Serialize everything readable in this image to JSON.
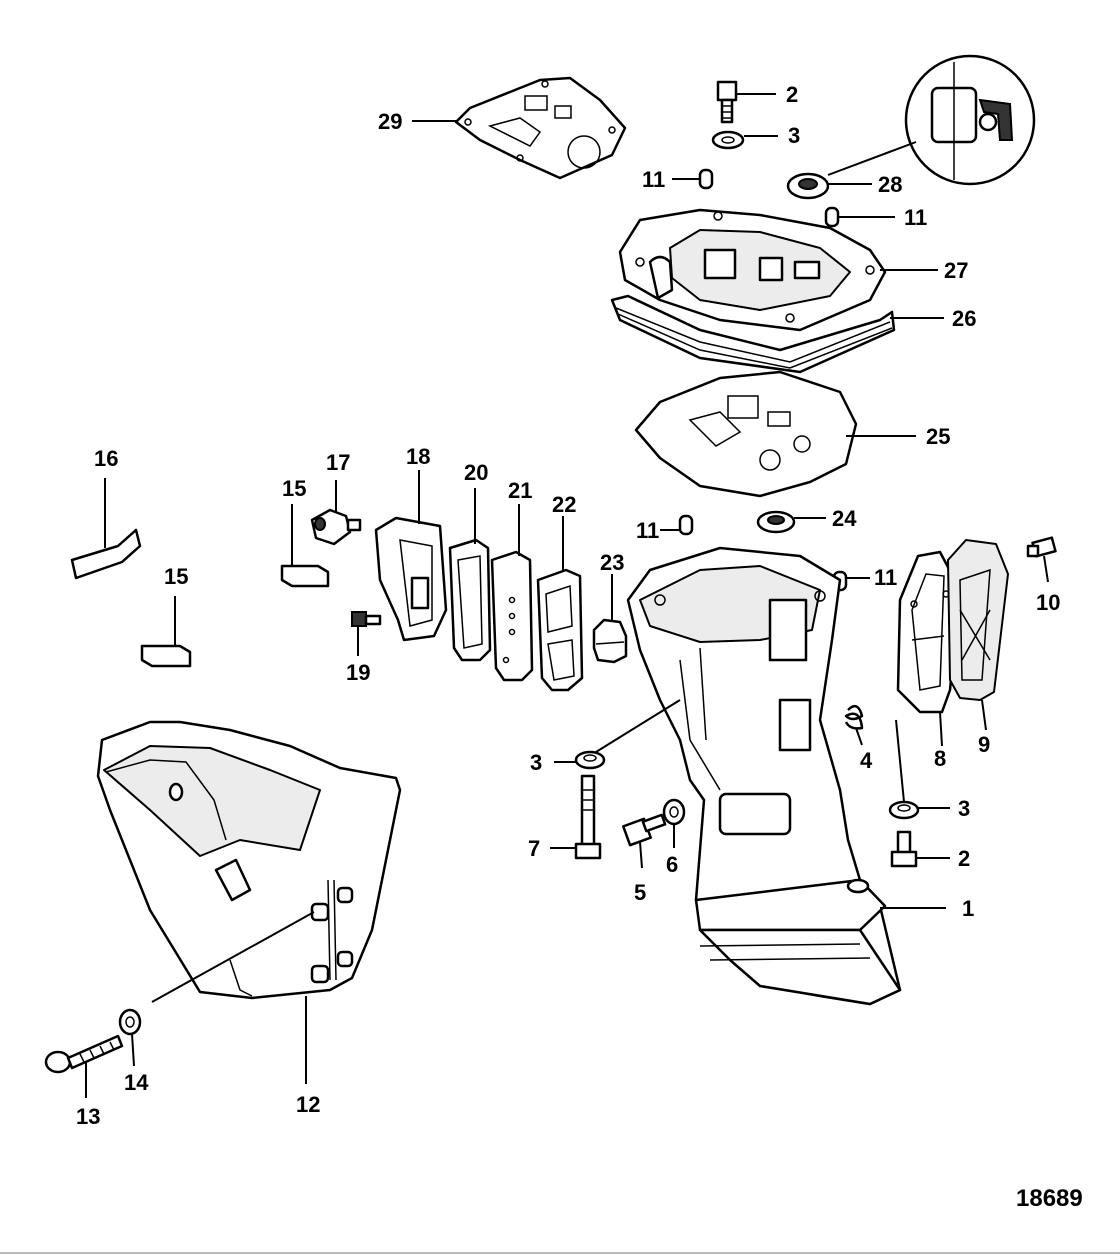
{
  "figure_number": "18689",
  "callouts": {
    "c1": "1",
    "c2a": "2",
    "c2b": "2",
    "c3a": "3",
    "c3b": "3",
    "c3c": "3",
    "c4": "4",
    "c5": "5",
    "c6": "6",
    "c7": "7",
    "c8": "8",
    "c9": "9",
    "c10": "10",
    "c11a": "11",
    "c11b": "11",
    "c11c": "11",
    "c11d": "11",
    "c12": "12",
    "c13": "13",
    "c14": "14",
    "c15a": "15",
    "c15b": "15",
    "c16": "16",
    "c17": "17",
    "c18": "18",
    "c19": "19",
    "c20": "20",
    "c21": "21",
    "c22": "22",
    "c23": "23",
    "c24": "24",
    "c25": "25",
    "c26": "26",
    "c27": "27",
    "c28": "28",
    "c29": "29"
  }
}
